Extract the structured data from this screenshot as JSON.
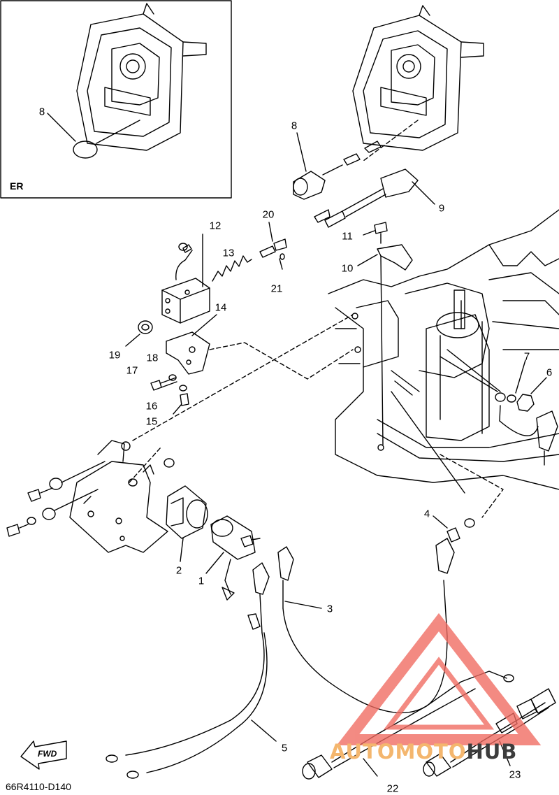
{
  "diagram": {
    "code": "66R4110-D140",
    "inset_label": "ER",
    "fwd_label": "FWD",
    "callouts": [
      "1",
      "2",
      "3",
      "4",
      "5",
      "6",
      "7",
      "8",
      "8",
      "9",
      "10",
      "11",
      "12",
      "13",
      "14",
      "15",
      "16",
      "17",
      "18",
      "19",
      "20",
      "21",
      "22",
      "23"
    ]
  },
  "watermark": {
    "part1": "AUTOMOTO",
    "part2": "HUB",
    "color1": "#f4b66e",
    "color2": "#3c3c3c",
    "triangle_color": "#f06a60"
  }
}
